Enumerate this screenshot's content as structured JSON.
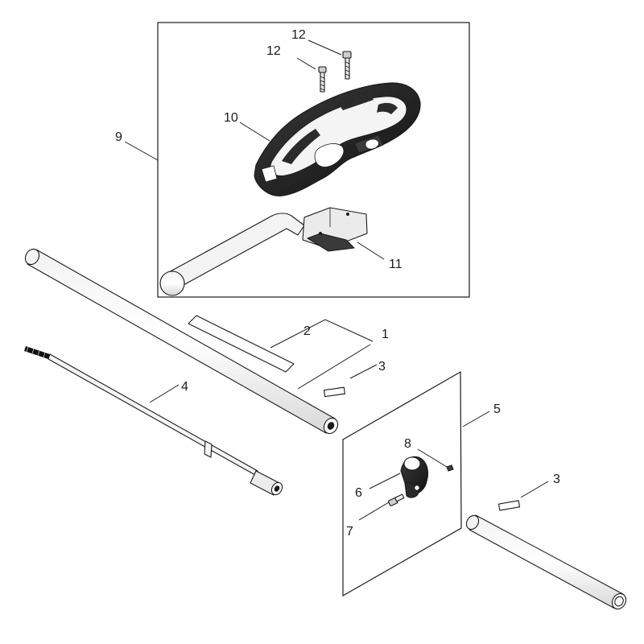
{
  "callouts": {
    "c1": "1",
    "c2": "2",
    "c3a": "3",
    "c3b": "3",
    "c4": "4",
    "c5": "5",
    "c6": "6",
    "c7": "7",
    "c8": "8",
    "c9": "9",
    "c10": "10",
    "c11": "11",
    "c12a": "12",
    "c12b": "12"
  }
}
